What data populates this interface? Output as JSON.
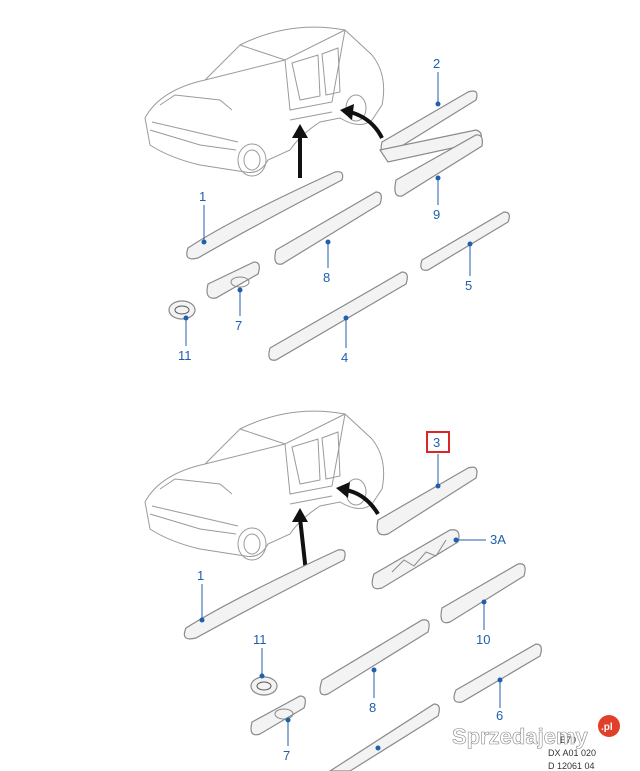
{
  "upper_diagram": {
    "callouts": {
      "c1": "1",
      "c2": "2",
      "c9": "9",
      "c8": "8",
      "c5": "5",
      "c7": "7",
      "c11": "11",
      "c4": "4"
    }
  },
  "lower_diagram": {
    "callouts": {
      "c3": "3",
      "c3a": "3A",
      "c1": "1",
      "c10": "10",
      "c11": "11",
      "c8": "8",
      "c6": "6",
      "c7": "7"
    },
    "highlight_color": "#d9262b"
  },
  "reference_codes": [
    "E70",
    "DX A01 020",
    "D 12061 04"
  ],
  "watermark": {
    "text": "Sprzedajemy",
    "badge": ".pl"
  },
  "colors": {
    "callout": "#1f5fae",
    "part_outline": "#8a8a8a",
    "arrow": "#111111"
  }
}
